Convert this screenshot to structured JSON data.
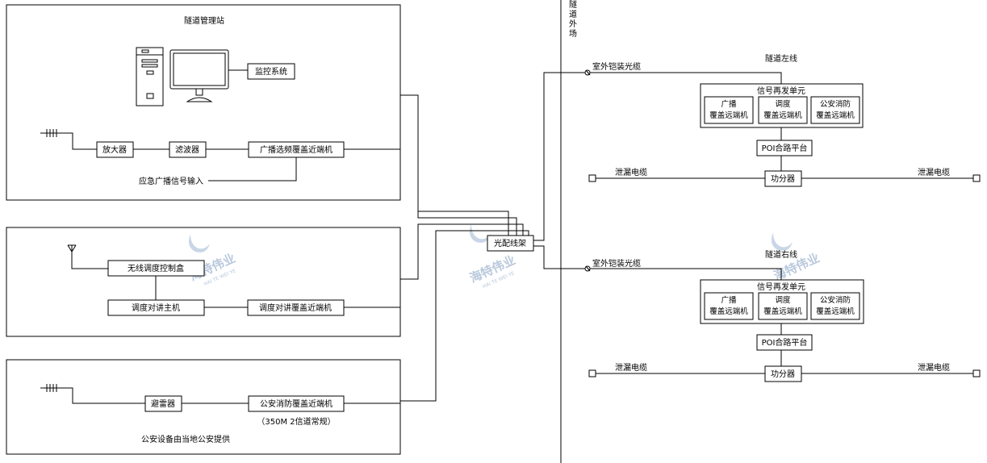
{
  "station": {
    "title": "隧道管理站",
    "monitor_label": "监控系统",
    "amplifier": "放大器",
    "filter": "滤波器",
    "broadcast_repeater": "广播选频覆盖近端机",
    "emergency_input": "应急广播信号输入"
  },
  "dispatch": {
    "controller": "无线调度控制盒",
    "host": "调度对讲主机",
    "repeater": "调度对讲覆盖近端机"
  },
  "police": {
    "combiner": "避雷器",
    "repeater": "公安消防覆盖近端机",
    "note": "（350M 2信道常规）",
    "footer": "公安设备由当地公安提供"
  },
  "odf": "光配线架",
  "outside_label": [
    "隧",
    "道",
    "外",
    "场"
  ],
  "left_line": {
    "title": "隧道左线",
    "fiber": "室外铠装光缆",
    "unit_title": "信号再发单元",
    "units": [
      [
        "广播",
        "覆盖远端机"
      ],
      [
        "调度",
        "覆盖远端机"
      ],
      [
        "公安消防",
        "覆盖远端机"
      ]
    ],
    "poi": "POI合路平台",
    "splitter": "功分器",
    "leaky_left": "泄漏电缆",
    "leaky_right": "泄漏电缆"
  },
  "right_line": {
    "title": "隧道右线",
    "fiber": "室外铠装光缆",
    "unit_title": "信号再发单元",
    "units": [
      [
        "广播",
        "覆盖远端机"
      ],
      [
        "调度",
        "覆盖远端机"
      ],
      [
        "公安消防",
        "覆盖远端机"
      ]
    ],
    "poi": "POI合路平台",
    "splitter": "功分器",
    "leaky_left": "泄漏电缆",
    "leaky_right": "泄漏电缆"
  },
  "watermark": {
    "cn": "海特伟业",
    "en": "HAI TE WEI YE"
  }
}
